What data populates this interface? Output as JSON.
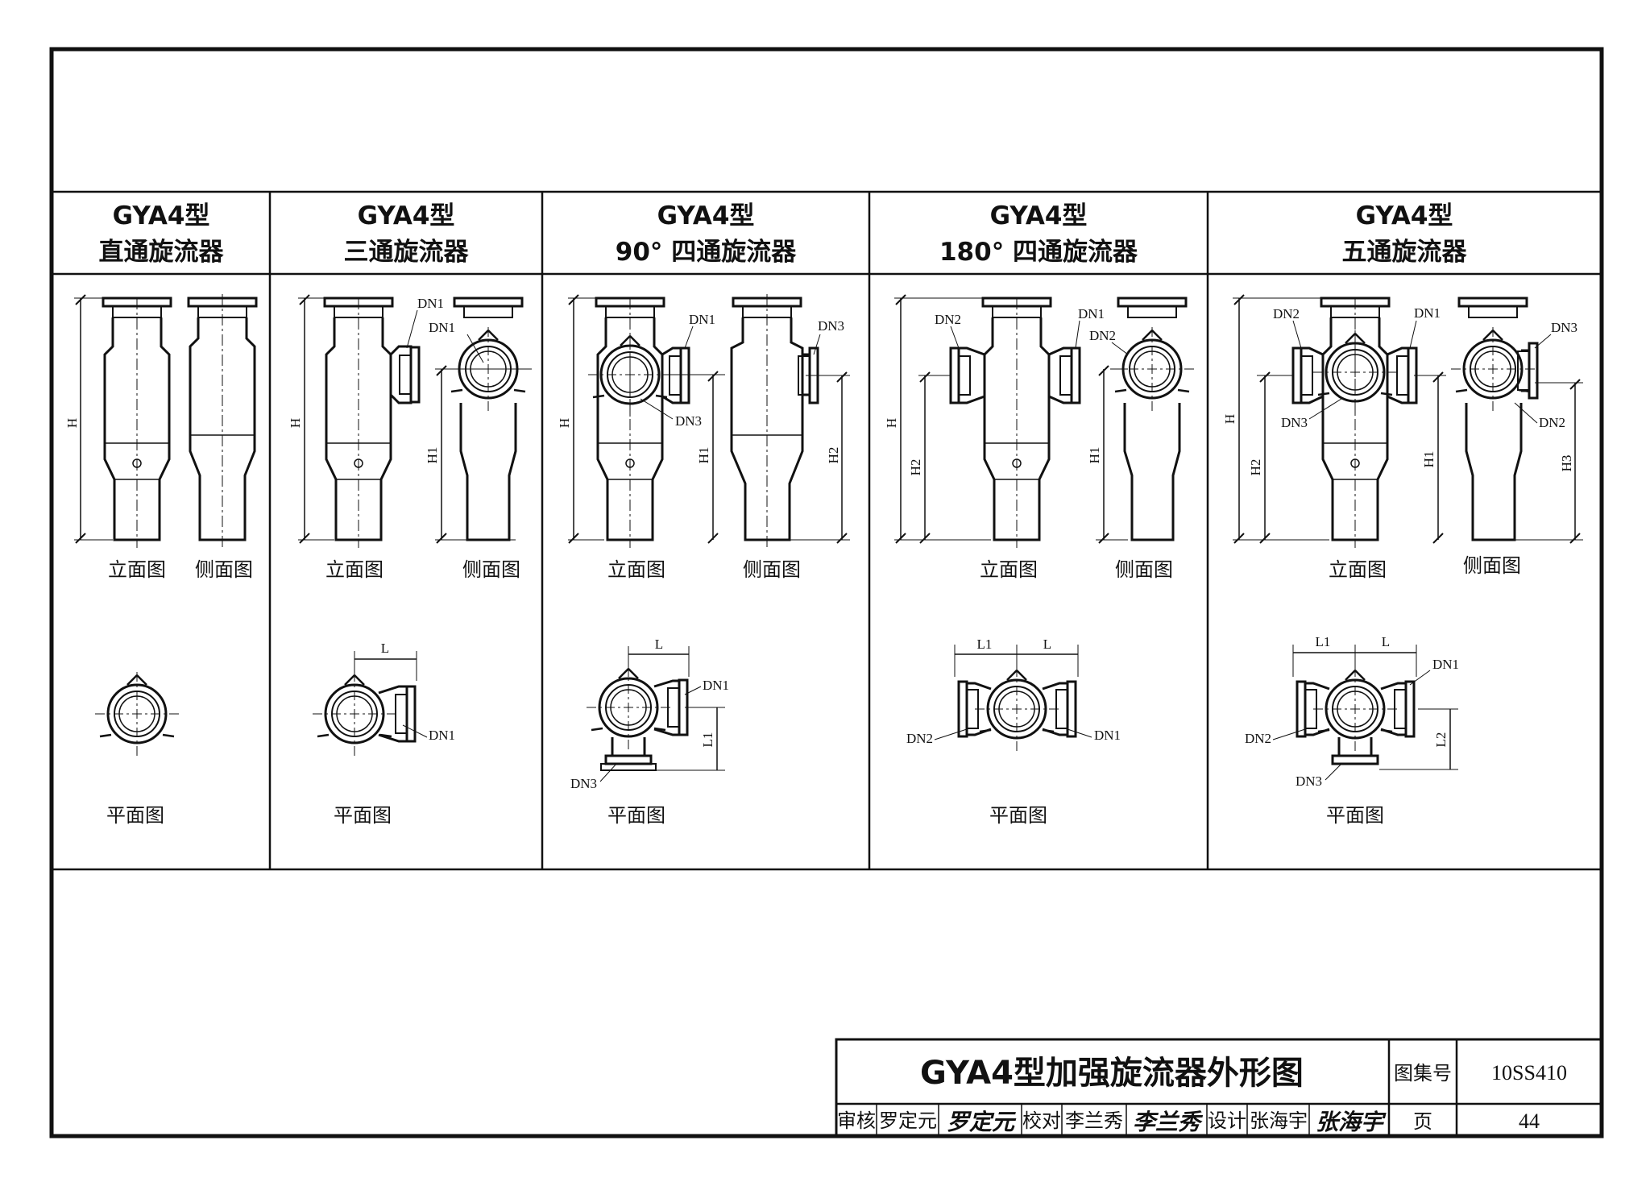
{
  "columns": [
    {
      "model": "GYA4型",
      "name": "直通旋流器",
      "views": {
        "elevation": "立面图",
        "side": "侧面图",
        "plan": "平面图"
      },
      "dims": {
        "H": "H"
      }
    },
    {
      "model": "GYA4型",
      "name": "三通旋流器",
      "views": {
        "elevation": "立面图",
        "side": "侧面图",
        "plan": "平面图"
      },
      "dims": {
        "H": "H",
        "H1": "H1",
        "DN1": "DN1",
        "L": "L"
      }
    },
    {
      "model": "GYA4型",
      "name": "90° 四通旋流器",
      "views": {
        "elevation": "立面图",
        "side": "侧面图",
        "plan": "平面图"
      },
      "dims": {
        "H": "H",
        "H1": "H1",
        "H2": "H2",
        "DN1": "DN1",
        "DN3": "DN3",
        "L": "L",
        "L1": "L1"
      }
    },
    {
      "model": "GYA4型",
      "name": "180° 四通旋流器",
      "views": {
        "elevation": "立面图",
        "side": "侧面图",
        "plan": "平面图"
      },
      "dims": {
        "H": "H",
        "H1": "H1",
        "H2": "H2",
        "DN1": "DN1",
        "DN2": "DN2",
        "L": "L",
        "L1": "L1"
      }
    },
    {
      "model": "GYA4型",
      "name": "五通旋流器",
      "views": {
        "elevation": "立面图",
        "side": "侧面图",
        "plan": "平面图"
      },
      "dims": {
        "H": "H",
        "H1": "H1",
        "H2": "H2",
        "H3": "H3",
        "DN1": "DN1",
        "DN2": "DN2",
        "DN3": "DN3",
        "L": "L",
        "L1": "L1",
        "L2": "L2"
      }
    }
  ],
  "title_block": {
    "title": "GYA4型加强旋流器外形图",
    "atlas_label": "图集号",
    "atlas_no": "10SS410",
    "page_label": "页",
    "page_no": "44",
    "review_label": "审核",
    "review_name": "罗定元",
    "review_sig": "罗定元",
    "check_label": "校对",
    "check_name": "李兰秀",
    "check_sig": "李兰秀",
    "design_label": "设计",
    "design_name": "张海宇",
    "design_sig": "张海宇"
  }
}
